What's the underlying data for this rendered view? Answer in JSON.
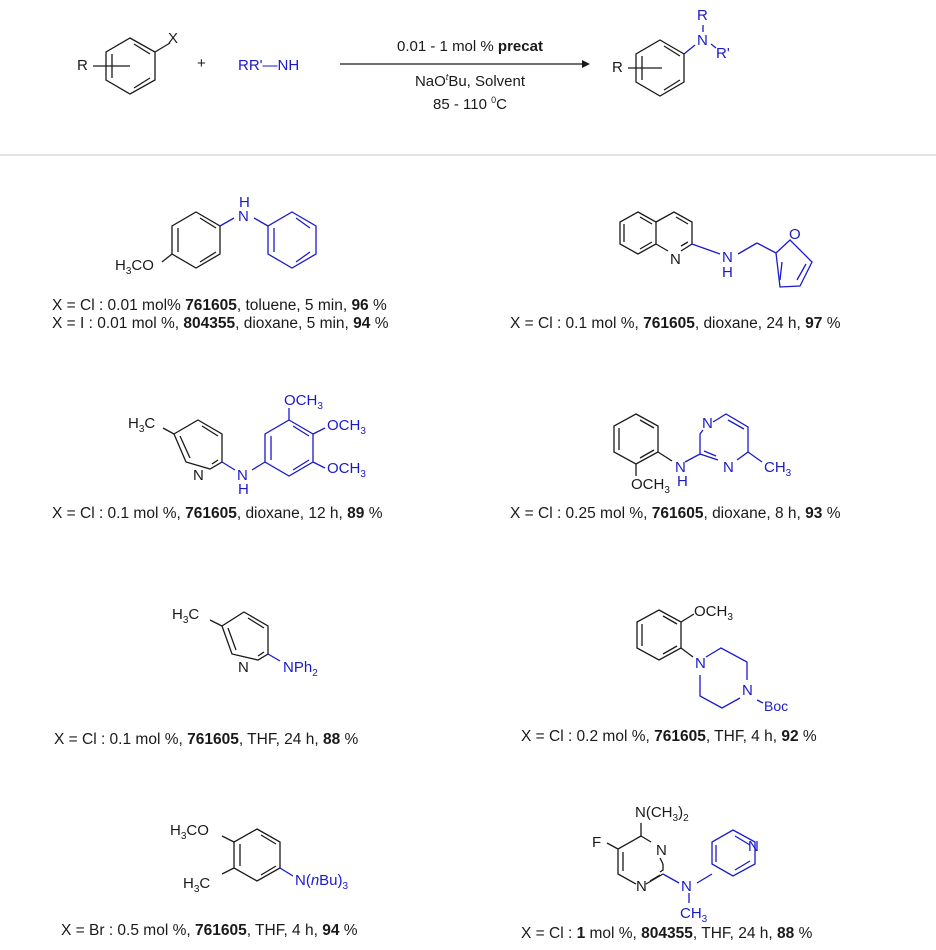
{
  "scheme": {
    "reactant_aryl": {
      "substituent": "R",
      "leaving_group": "X"
    },
    "plus": "+",
    "amine": "RR'—NH",
    "conditions": {
      "above_arrow_prefix": "0.01 - 1 mol % ",
      "above_arrow_bold": "precat",
      "below_arrow_line1": "NaO",
      "below_arrow_sup": "t",
      "below_arrow_line1_rest": "Bu, Solvent",
      "below_arrow_line2": "85 - 110 ",
      "temp_sup": "0",
      "temp_unit": "C"
    },
    "product": {
      "substituent": "R",
      "n_label": "N",
      "r_top": "R",
      "r_right": "R'"
    }
  },
  "colors": {
    "amine_blue": "#1a1acc",
    "bond_black": "#1a1a1a",
    "separator": "#e4e4e4"
  },
  "examples": [
    {
      "name": "4-methoxy-N-phenylaniline",
      "labels": {
        "h3co": "H3CO",
        "nh_h": "H",
        "nh_n": "N"
      },
      "captions": [
        {
          "x": "X = Cl",
          "cond": " : 0.01 mol% ",
          "cat": "761605",
          "rest": ", toluene, 5 min, ",
          "yield": "96",
          "pct": " %"
        },
        {
          "x": "X = I",
          "cond": " : 0.01 mol %, ",
          "cat": "804355",
          "rest": ", dioxane, 5 min, ",
          "yield": "94",
          "pct": " %"
        }
      ]
    },
    {
      "name": "N-(furan-2-ylmethyl)quinolin-2-amine",
      "labels": {
        "ring_n": "N",
        "nh_n": "N",
        "nh_h": "H",
        "furan_o": "O"
      },
      "captions": [
        {
          "x": "X = Cl",
          "cond": " : 0.1 mol %, ",
          "cat": "761605",
          "rest": ", dioxane, 24 h, ",
          "yield": "97",
          "pct": " %"
        }
      ]
    },
    {
      "name": "5-methyl-N-(3,4,5-trimethoxyphenyl)pyridin-2-amine",
      "labels": {
        "h3c": "H3C",
        "ring_n": "N",
        "nh_n": "N",
        "nh_h": "H",
        "ome1": "OCH3",
        "ome2": "OCH3",
        "ome3": "OCH3"
      },
      "captions": [
        {
          "x": "X = Cl",
          "cond": " : 0.1 mol %, ",
          "cat": "761605",
          "rest": ", dioxane, 12 h, ",
          "yield": "89",
          "pct": " %"
        }
      ]
    },
    {
      "name": "N-(2-methoxyphenyl)-4-methylpyrimidin-2-amine",
      "labels": {
        "ome": "OCH3",
        "nh_n": "N",
        "nh_h": "H",
        "n1": "N",
        "n3": "N",
        "ch3": "CH3"
      },
      "captions": [
        {
          "x": "X = Cl",
          "cond": " : 0.25 mol %, ",
          "cat": "761605",
          "rest": ", dioxane, 8 h, ",
          "yield": "93",
          "pct": " %"
        }
      ]
    },
    {
      "name": "5-methyl-N,N-diphenylpyridin-2-amine",
      "labels": {
        "h3c": "H3C",
        "ring_n": "N",
        "nph2": "NPh2"
      },
      "captions": [
        {
          "x": "X = Cl",
          "cond": " : 0.1 mol %, ",
          "cat": "761605",
          "rest": ", THF, 24 h, ",
          "yield": "88",
          "pct": " %"
        }
      ]
    },
    {
      "name": "tert-butyl 4-(2-methoxyphenyl)piperazine-1-carboxylate",
      "labels": {
        "ome": "OCH3",
        "n1": "N",
        "n4": "N",
        "boc": "Boc"
      },
      "captions": [
        {
          "x": "X = Cl",
          "cond": " : 0.2 mol %, ",
          "cat": "761605",
          "rest": ", THF, 4 h, ",
          "yield": "92",
          "pct": " %"
        }
      ]
    },
    {
      "name": "4-methoxy-3-methyl-N,N-dibutylaniline",
      "labels": {
        "h3co": "H3CO",
        "h3c": "H3C",
        "nbu": "N(nBu)3"
      },
      "captions": [
        {
          "x": "X = Br",
          "cond": " : 0.5 mol %, ",
          "cat": "761605",
          "rest": ", THF, 4 h, ",
          "yield": "94",
          "pct": " %"
        }
      ]
    },
    {
      "name": "5-fluoro-N4,N4,N2-trimethyl-N2-(pyridin-4-yl)pyrimidine-2,4-diamine",
      "labels": {
        "nme2": "N(CH3)2",
        "f": "F",
        "n3": "N",
        "n1": "N",
        "nme_n": "N",
        "nme_ch3": "CH3",
        "py_n": "N"
      },
      "captions": [
        {
          "x": "X = Cl",
          "cond": " : ",
          "cat_prefix_bold": "1",
          "cond2": " mol %, ",
          "cat": "804355",
          "rest": ", THF, 24 h, ",
          "yield": "88",
          "pct": " %"
        }
      ]
    }
  ]
}
